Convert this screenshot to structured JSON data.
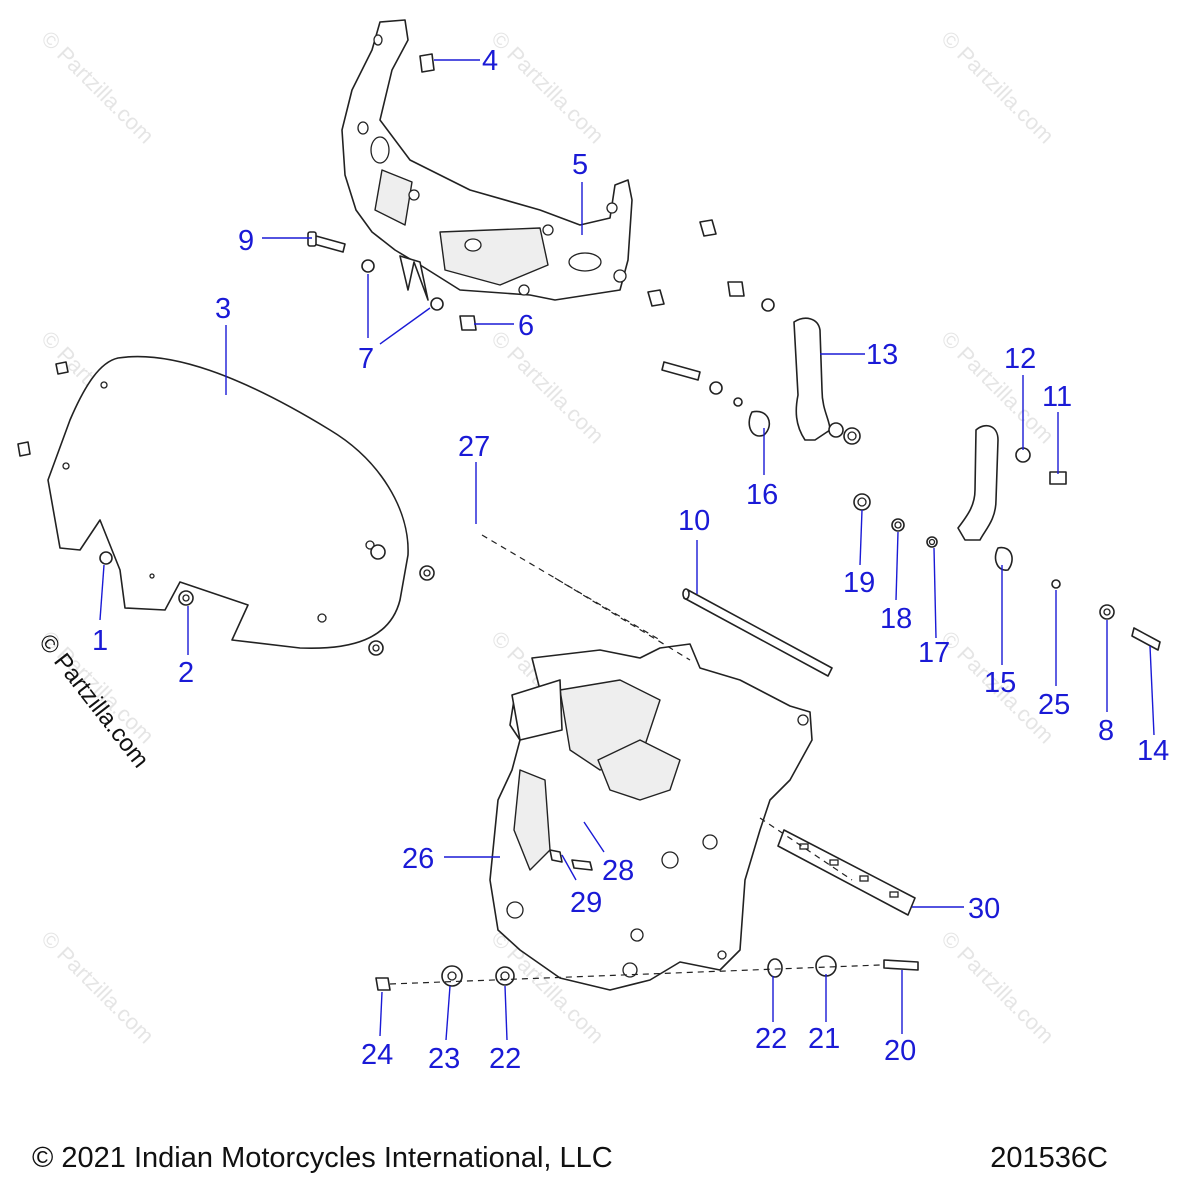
{
  "diagram": {
    "callouts": [
      "1",
      "2",
      "3",
      "4",
      "5",
      "6",
      "7",
      "8",
      "9",
      "10",
      "11",
      "12",
      "13",
      "14",
      "15",
      "16",
      "17",
      "18",
      "19",
      "20",
      "21",
      "22",
      "22",
      "23",
      "24",
      "25",
      "26",
      "27",
      "28",
      "29",
      "30"
    ],
    "watermark": "© Partzilla.com",
    "side_watermark": "© Partzilla.com"
  },
  "footer": {
    "copyright": "© 2021 Indian Motorcycles International, LLC",
    "diagram_id": "201536C"
  },
  "colors": {
    "callout": "#1a1ad6",
    "line_art": "#222222",
    "watermark": "#d0d0d0"
  }
}
